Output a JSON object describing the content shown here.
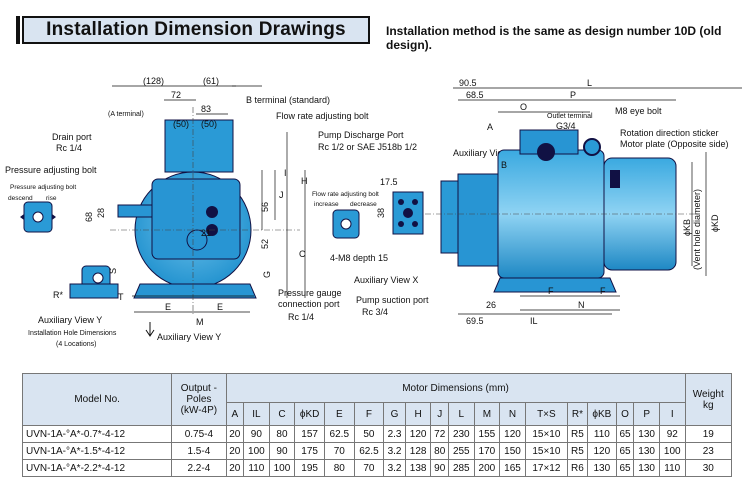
{
  "header": {
    "title": "Installation Dimension Drawings",
    "note": "Installation method is the same as design number 10D (old design)."
  },
  "drawing_labels": {
    "dim_128": "(128)",
    "dim_61": "(61)",
    "dim_72": "72",
    "dim_83": "83",
    "dim_50a": "(50)",
    "dim_50b": "(50)",
    "a_terminal": "(A terminal)",
    "b_terminal": "B terminal (standard)",
    "flow_adj_bolt": "Flow rate adjusting bolt",
    "drain_port": "Drain port",
    "drain_rc": "Rc 1/4",
    "pressure_adj_bolt": "Pressure adjusting bolt",
    "pab_small": "Pressure adjusting bolt",
    "descend": "descend",
    "rise": "rise",
    "dim_28": "28",
    "dim_68": "68",
    "dim_56": "56",
    "dim_21": "21",
    "dim_52": "52",
    "dim_h": "H",
    "dim_j": "J",
    "dim_i": "I",
    "dim_c": "C",
    "dim_g": "G",
    "dim_e1": "E",
    "dim_e2": "E",
    "dim_m": "M",
    "dim_s": "S",
    "dim_t": "T",
    "r_star": "R*",
    "aux_view_y": "Auxiliary View Y",
    "install_holes": "Installation Hole Dimensions",
    "four_loc": "(4 Locations)",
    "aux_view_y2": "Auxiliary View Y",
    "pump_discharge": "Pump Discharge Port",
    "pump_discharge_spec": "Rc 1/2 or SAE J518b 1/2",
    "aux_view_x": "Auxiliary View X",
    "flow_rate_small": "Flow rate adjusting bolt",
    "increase": "increase",
    "decrease": "decrease",
    "dim_175": "17.5",
    "dim_38": "38",
    "m8_depth": "4-M8 depth 15",
    "aux_view_x2": "Auxiliary View X",
    "gauge_port": "Pressure gauge",
    "gauge_port2": "connection port",
    "gauge_rc": "Rc 1/4",
    "suction_port": "Pump suction port",
    "suction_rc": "Rc 3/4",
    "dim_905": "90.5",
    "dim_685": "68.5",
    "dim_l": "L",
    "dim_p": "P",
    "dim_o": "O",
    "outlet_terminal": "Outlet terminal",
    "g34": "G3/4",
    "m8_eye": "M8 eye bolt",
    "rot_sticker": "Rotation direction sticker",
    "motor_plate": "Motor plate (Opposite side)",
    "dim_a": "A",
    "dim_b": "B",
    "kb": "ϕKB",
    "kb2": "(Vent hole diameter)",
    "kd": "ϕKD",
    "dim_f1": "F",
    "dim_f2": "F",
    "dim_n": "N",
    "dim_26": "26",
    "dim_695": "69.5",
    "dim_il": "IL"
  },
  "table": {
    "model_header": "Model No.",
    "output_header": [
      "Output -",
      "Poles",
      "(kW-4P)"
    ],
    "motor_dims_header": "Motor Dimensions (mm)",
    "weight_header": [
      "Weight",
      "kg"
    ],
    "columns": [
      "A",
      "IL",
      "C",
      "ϕKD",
      "E",
      "F",
      "G",
      "H",
      "J",
      "L",
      "M",
      "N",
      "T×S",
      "R*",
      "ϕKB",
      "O",
      "P",
      "I"
    ],
    "rows": [
      {
        "model": "UVN-1A-°A*-0.7*-4-12",
        "output": "0.75-4",
        "dims": [
          "20",
          "90",
          "80",
          "157",
          "62.5",
          "50",
          "2.3",
          "120",
          "72",
          "230",
          "155",
          "120",
          "15×10",
          "R5",
          "110",
          "65",
          "130",
          "92"
        ],
        "weight": "19"
      },
      {
        "model": "UVN-1A-°A*-1.5*-4-12",
        "output": "1.5-4",
        "dims": [
          "20",
          "100",
          "90",
          "175",
          "70",
          "62.5",
          "3.2",
          "128",
          "80",
          "255",
          "170",
          "150",
          "15×10",
          "R5",
          "120",
          "65",
          "130",
          "100"
        ],
        "weight": "23"
      },
      {
        "model": "UVN-1A-°A*-2.2*-4-12",
        "output": "2.2-4",
        "dims": [
          "20",
          "110",
          "100",
          "195",
          "80",
          "70",
          "3.2",
          "138",
          "90",
          "285",
          "200",
          "165",
          "17×12",
          "R6",
          "130",
          "65",
          "130",
          "110"
        ],
        "weight": "30"
      }
    ]
  }
}
